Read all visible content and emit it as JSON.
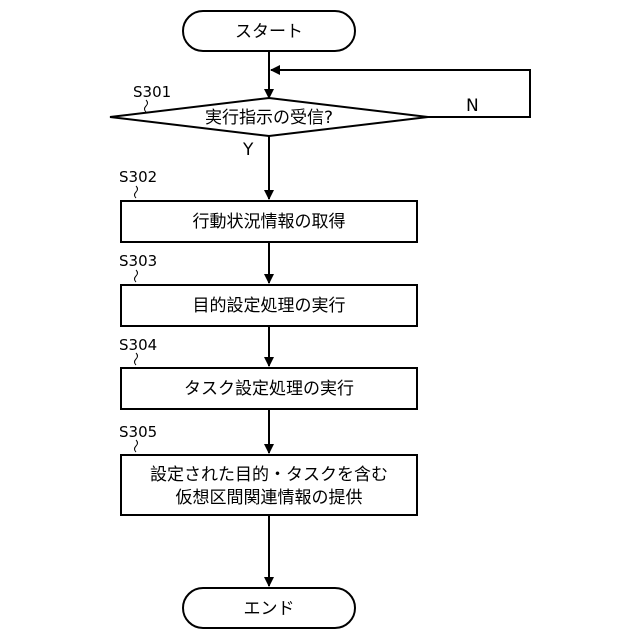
{
  "flowchart": {
    "start": "スタート",
    "end": "エンド",
    "decision": {
      "step": "S301",
      "text": "実行指示の受信?",
      "yes_label": "Y",
      "no_label": "N"
    },
    "steps": [
      {
        "id": "S302",
        "lines": [
          "行動状況情報の取得"
        ]
      },
      {
        "id": "S303",
        "lines": [
          "目的設定処理の実行"
        ]
      },
      {
        "id": "S304",
        "lines": [
          "タスク設定処理の実行"
        ]
      },
      {
        "id": "S305",
        "lines": [
          "設定された目的・タスクを含む",
          "仮想区間関連情報の提供"
        ]
      }
    ]
  }
}
